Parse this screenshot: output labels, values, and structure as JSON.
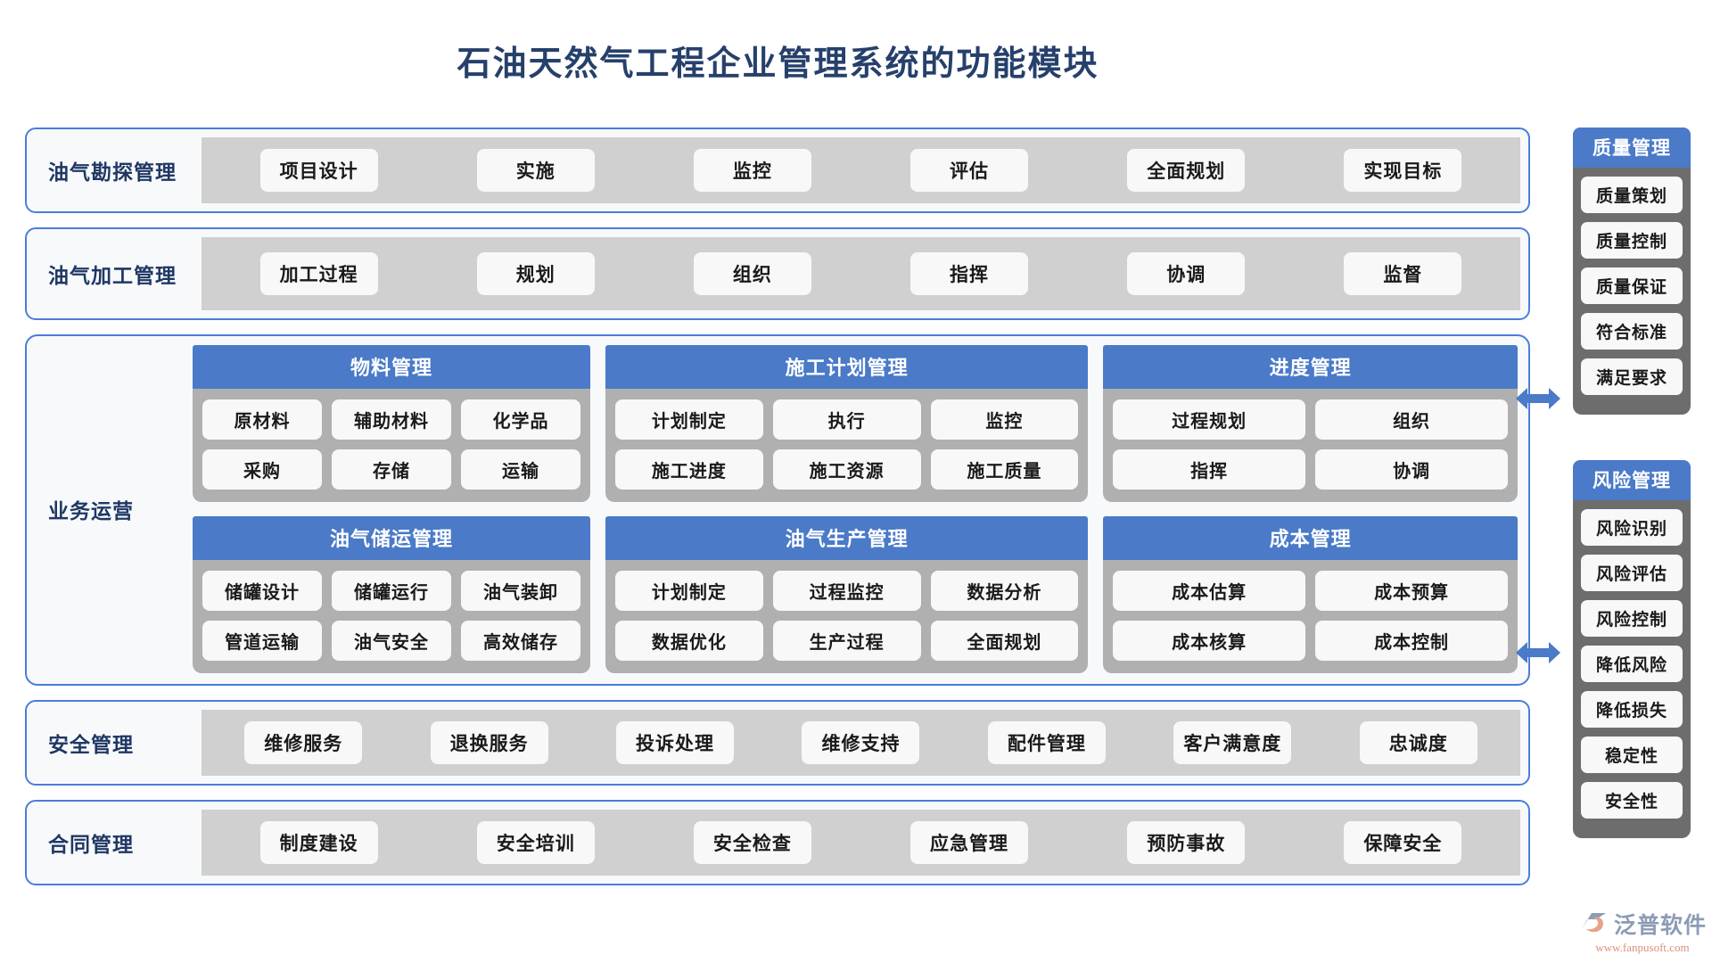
{
  "title": "石油天然气工程企业管理系统的功能模块",
  "colors": {
    "title": "#26406b",
    "panel_border": "#4a7ddb",
    "group_header": "#4a7ac8",
    "track_gray": "#d0d0d0",
    "group_body_gray": "#b0b0b0",
    "side_panel_gray": "#6d6d6d",
    "chip_bg": "#f8f8f8",
    "arrow": "#4a7ac8"
  },
  "rows": [
    {
      "label": "油气勘探管理",
      "items": [
        "项目设计",
        "实施",
        "监控",
        "评估",
        "全面规划",
        "实现目标"
      ]
    },
    {
      "label": "油气加工管理",
      "items": [
        "加工过程",
        "规划",
        "组织",
        "指挥",
        "协调",
        "监督"
      ]
    }
  ],
  "business": {
    "label": "业务运营",
    "groups": [
      {
        "header": "物料管理",
        "rows": [
          [
            "原材料",
            "辅助材料",
            "化学品"
          ],
          [
            "采购",
            "存储",
            "运输"
          ]
        ]
      },
      {
        "header": "施工计划管理",
        "rows": [
          [
            "计划制定",
            "执行",
            "监控"
          ],
          [
            "施工进度",
            "施工资源",
            "施工质量"
          ]
        ]
      },
      {
        "header": "进度管理",
        "rows": [
          [
            "过程规划",
            "组织"
          ],
          [
            "指挥",
            "协调"
          ]
        ]
      },
      {
        "header": "油气储运管理",
        "rows": [
          [
            "储罐设计",
            "储罐运行",
            "油气装卸"
          ],
          [
            "管道运输",
            "油气安全",
            "高效储存"
          ]
        ]
      },
      {
        "header": "油气生产管理",
        "rows": [
          [
            "计划制定",
            "过程监控",
            "数据分析"
          ],
          [
            "数据优化",
            "生产过程",
            "全面规划"
          ]
        ]
      },
      {
        "header": "成本管理",
        "rows": [
          [
            "成本估算",
            "成本预算"
          ],
          [
            "成本核算",
            "成本控制"
          ]
        ]
      }
    ]
  },
  "bottom_rows": [
    {
      "label": "安全管理",
      "items": [
        "维修服务",
        "退换服务",
        "投诉处理",
        "维修支持",
        "配件管理",
        "客户满意度",
        "忠诚度"
      ]
    },
    {
      "label": "合同管理",
      "items": [
        "制度建设",
        "安全培训",
        "安全检查",
        "应急管理",
        "预防事故",
        "保障安全"
      ]
    }
  ],
  "side_panels": [
    {
      "header": "质量管理",
      "items": [
        "质量策划",
        "质量控制",
        "质量保证",
        "符合标准",
        "满足要求"
      ]
    },
    {
      "header": "风险管理",
      "items": [
        "风险识别",
        "风险评估",
        "风险控制",
        "降低风险",
        "降低损失",
        "稳定性",
        "安全性"
      ]
    }
  ],
  "logo": {
    "brand": "泛普软件",
    "url": "www.fanpusoft.com"
  }
}
